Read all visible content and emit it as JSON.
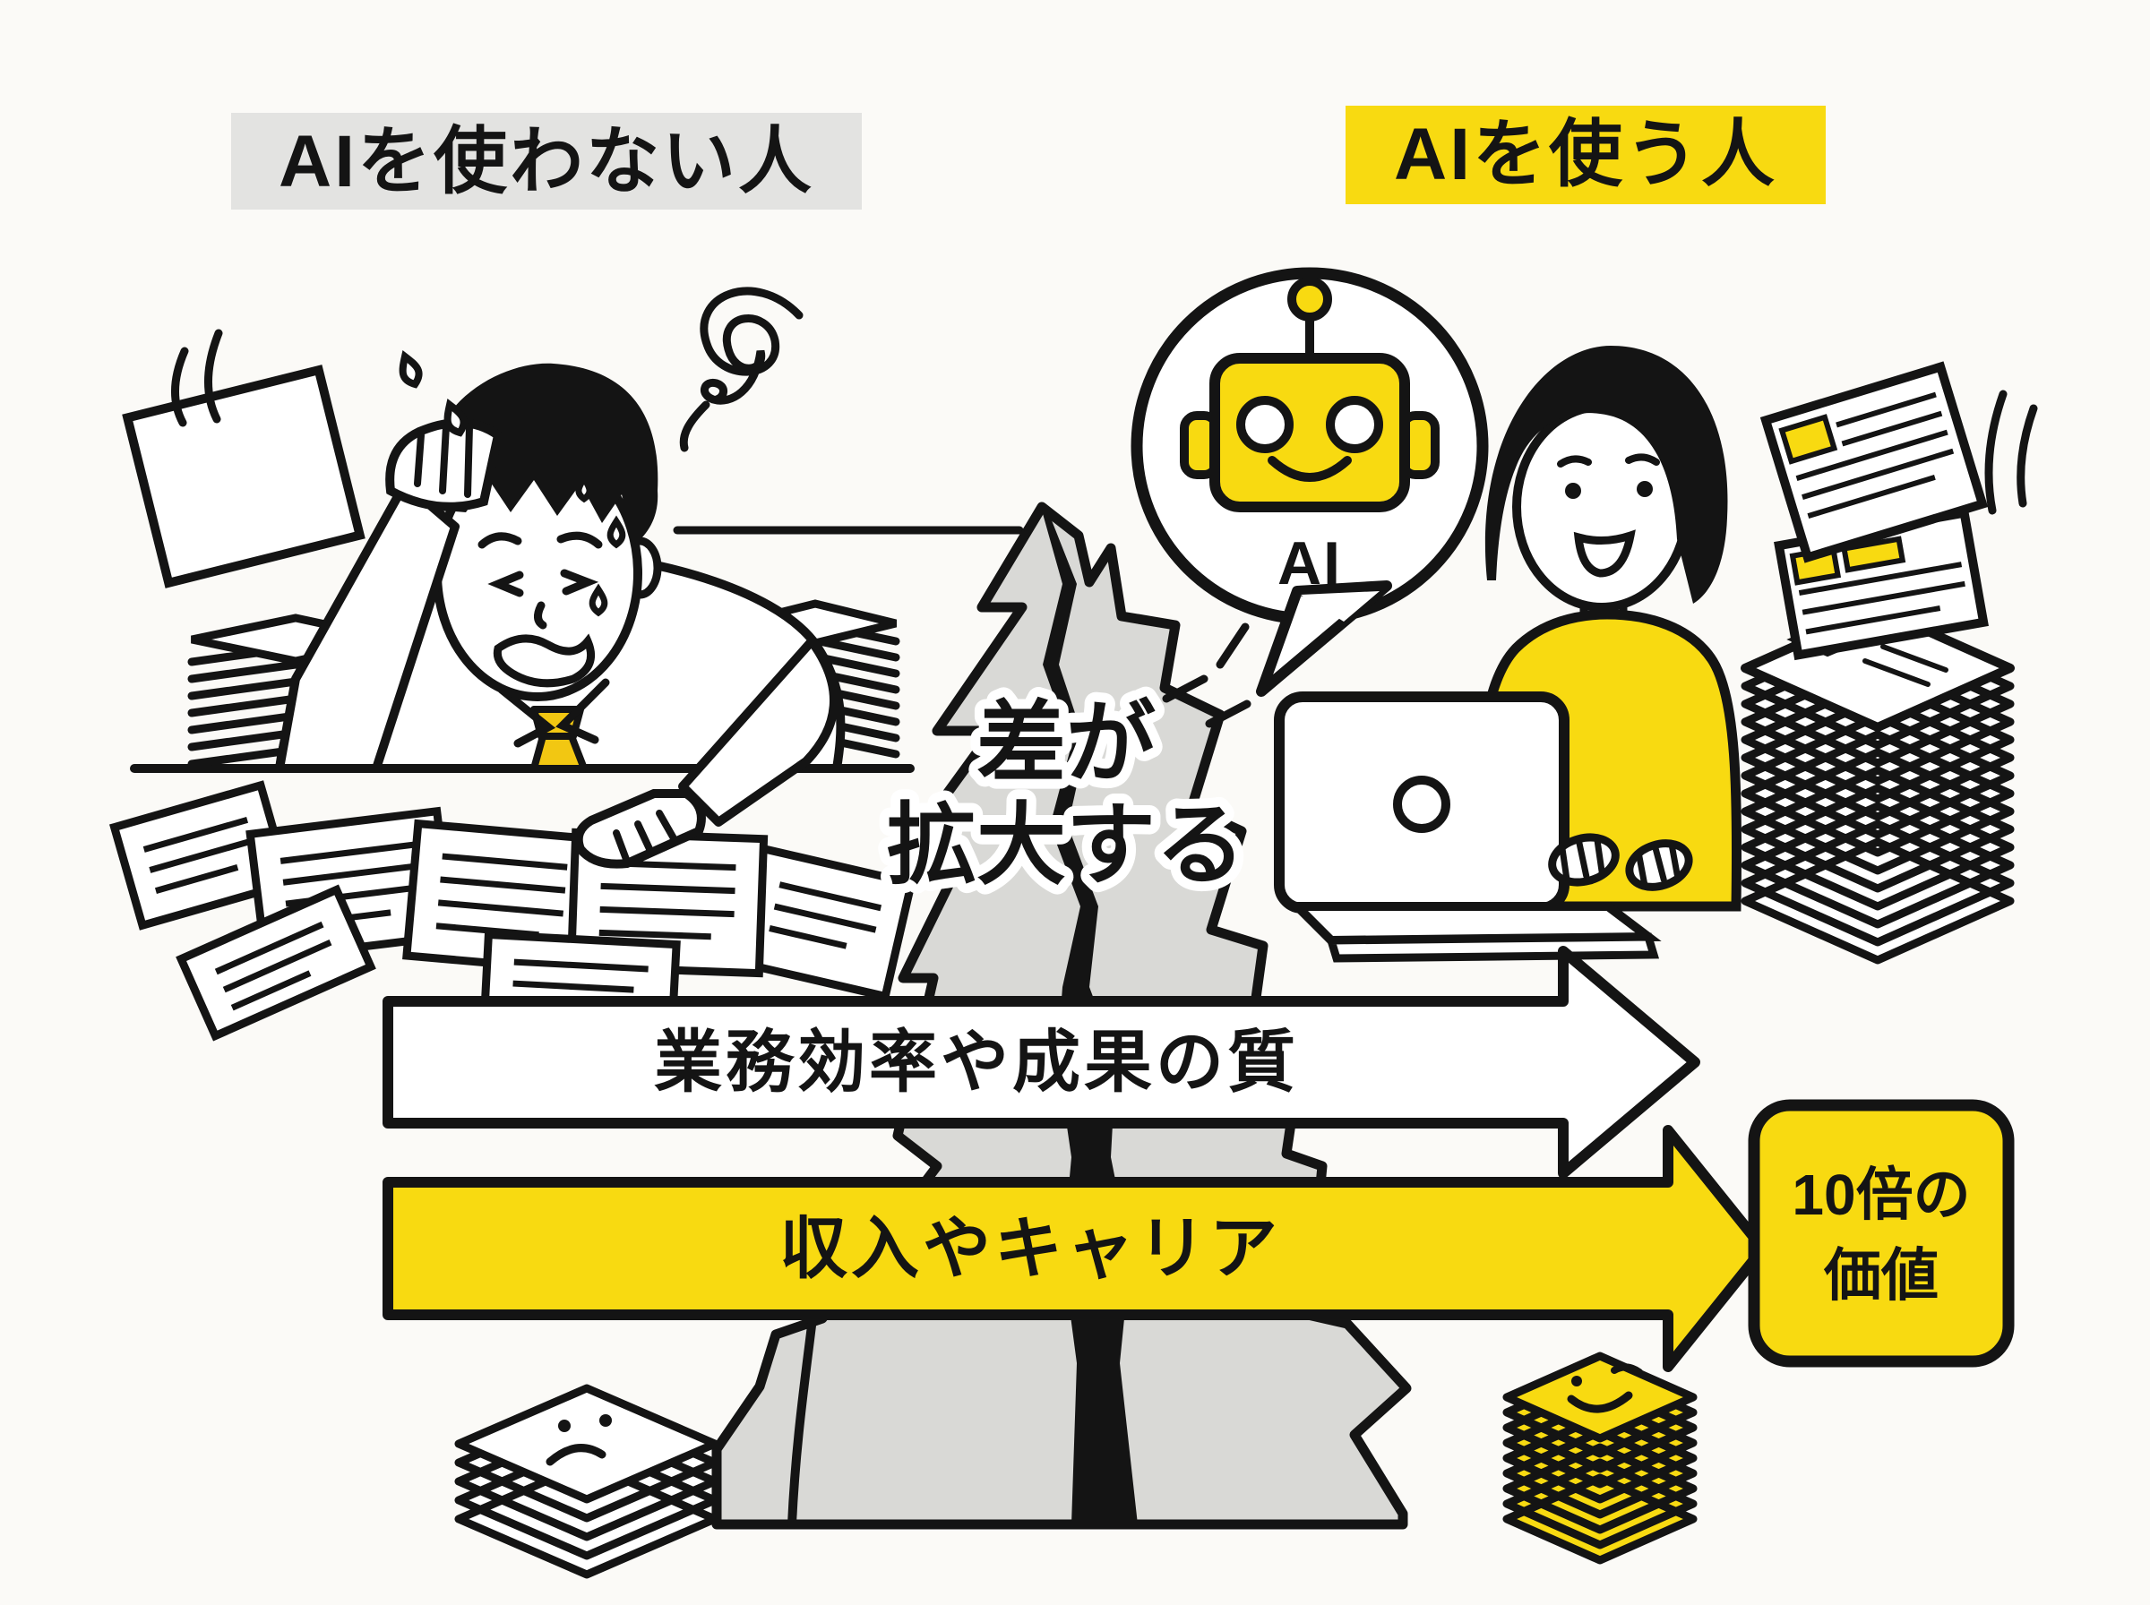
{
  "figure": {
    "left_title": "AIを使わない人",
    "right_title": "AIを使う人",
    "ai_label": "AI",
    "gap_text_line1": "差が",
    "gap_text_line2": "拡大する",
    "arrow_top_label": "業務効率や成果の質",
    "arrow_bottom_label": "収入やキャリア",
    "value_line1": "10倍の",
    "value_line2": "価値"
  },
  "colors": {
    "background": "#FBFAF7",
    "accent_yellow": "#F8DA11",
    "title_gray_bg": "#E3E3E1",
    "crack_gray": "#D9D9D6",
    "ink": "#141414",
    "paper_white": "#FFFFFF"
  }
}
